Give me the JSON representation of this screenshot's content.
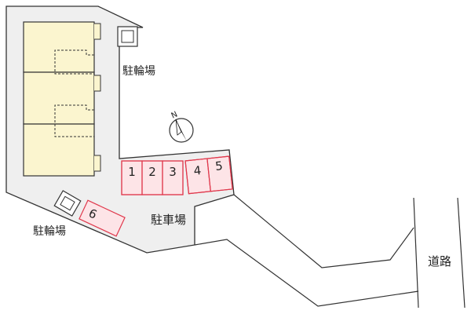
{
  "labels": {
    "bicycle_parking_top": "駐輪場",
    "bicycle_parking_left": "駐輪場",
    "car_parking": "駐車場",
    "road": "道路",
    "north": "N"
  },
  "parking_spaces": [
    {
      "label": "1"
    },
    {
      "label": "2"
    },
    {
      "label": "3"
    },
    {
      "label": "4"
    },
    {
      "label": "5"
    },
    {
      "label": "6"
    }
  ],
  "colors": {
    "site_fill": "#efefef",
    "building_fill": "#fbf5cf",
    "parking_fill": "#fde4e7",
    "parking_stroke": "#e0384c",
    "line": "#333333"
  }
}
